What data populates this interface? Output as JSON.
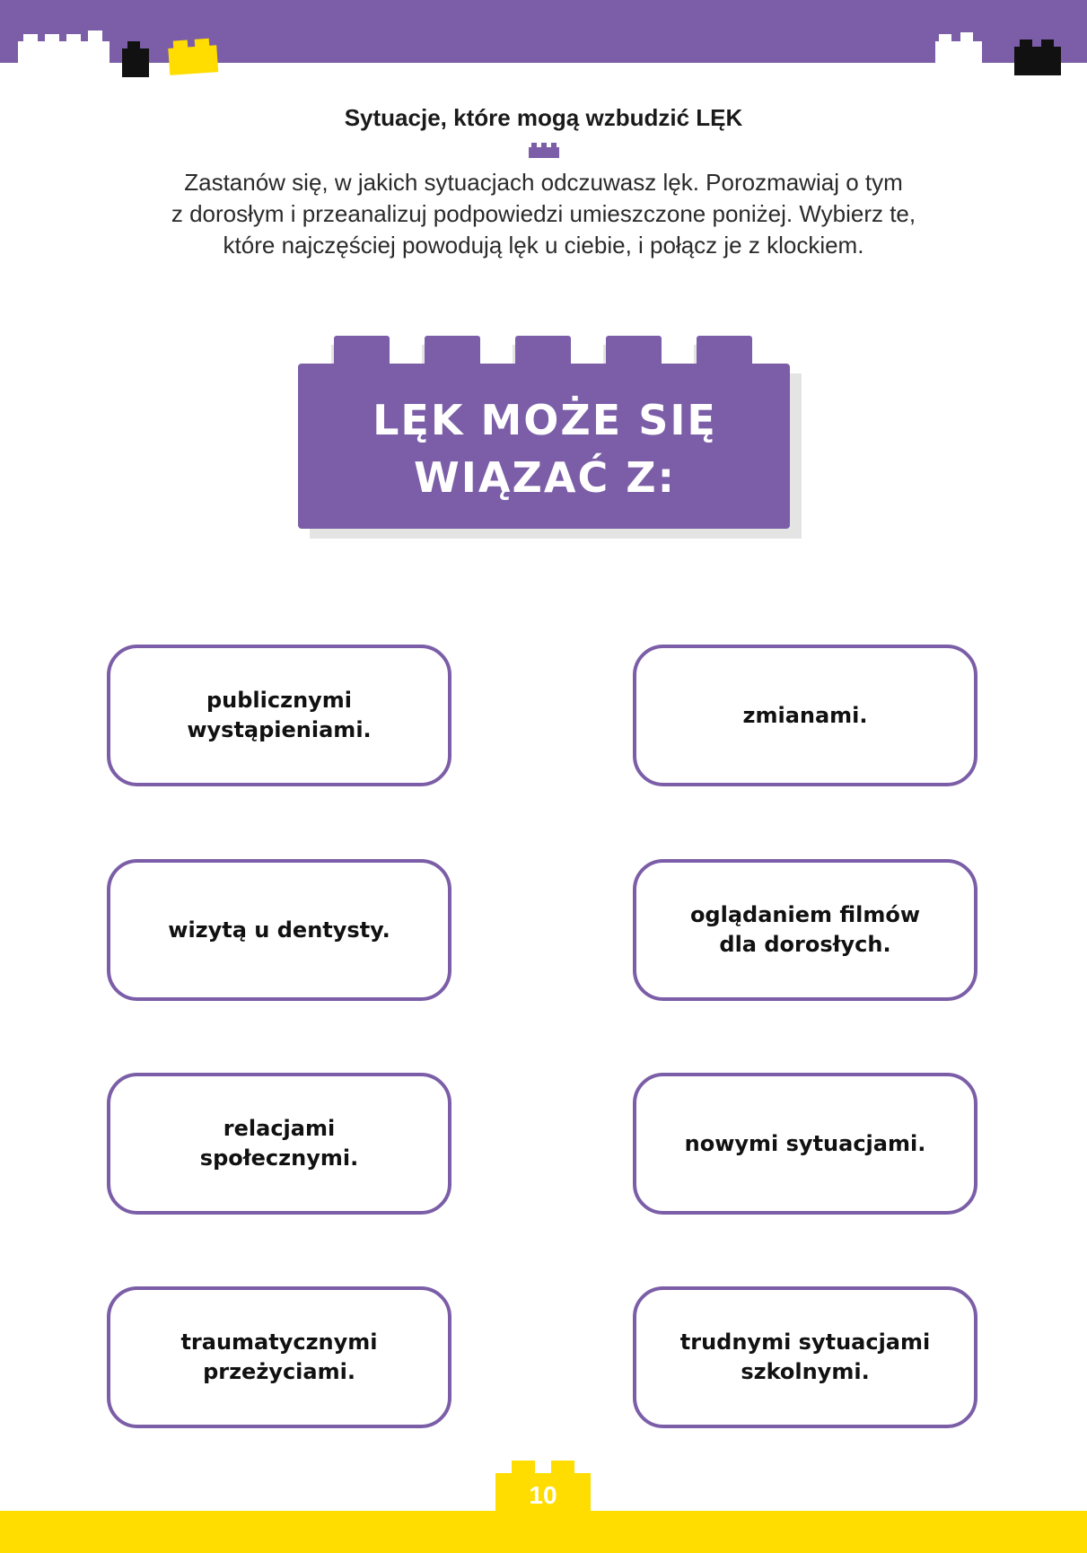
{
  "header": {
    "title": "Sytuacje, które mogą wzbudzić LĘK",
    "intro_lines": [
      "Zastanów się, w jakich sytuacjach odczuwasz lęk. Porozmawiaj o tym",
      "z dorosłym i przeanalizuj podpowiedzi umieszczone poniżej. Wybierz te,",
      "które najczęściej powodują lęk u ciebie, i połącz je z klockiem."
    ]
  },
  "brick": {
    "lines": [
      "LĘK MOŻE SIĘ",
      "WIĄZAĆ Z:"
    ]
  },
  "cards": [
    {
      "text": "publicznymi wystąpieniami."
    },
    {
      "text": "zmianami."
    },
    {
      "text": "wizytą u dentysty."
    },
    {
      "text": "oglądaniem filmów dla dorosłych."
    },
    {
      "text": "relacjami społecznymi."
    },
    {
      "text": "nowymi sytuacjami."
    },
    {
      "text": "traumatycznymi przeżyciami."
    },
    {
      "text": "trudnymi sytuacjami szkolnymi."
    }
  ],
  "footer": {
    "page_number": "10"
  },
  "colors": {
    "purple": "#7b5ea7",
    "yellow": "#ffdd00",
    "black": "#111111",
    "white": "#ffffff"
  }
}
